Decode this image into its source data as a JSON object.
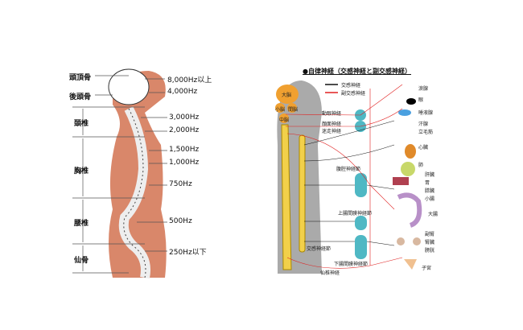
{
  "left_diagram": {
    "regions": [
      "頭頂骨",
      "後頭骨",
      "頚椎",
      "胸椎",
      "腰椎",
      "仙骨"
    ],
    "frequencies": [
      "8,000Hz以上",
      "4,000Hz",
      "3,000Hz",
      "2,000Hz",
      "1,500Hz",
      "1,000Hz",
      "750Hz",
      "500Hz",
      "250Hz以下"
    ]
  },
  "right_diagram": {
    "title": "●自律神経（交感神経と副交感神経）",
    "legend": {
      "sympathetic": "交感神経",
      "parasympathetic": "副交感神経"
    },
    "brain": {
      "cerebrum": "大脳",
      "cerebellum": "小脳",
      "diencephalon": "間脳",
      "midbrain": "中脳"
    },
    "nerves": [
      "動眼神経",
      "顔面神経",
      "迷走神経",
      "腹腔神経節",
      "上腸間膜神経節",
      "交感神経節",
      "下腸間膜神経節",
      "仙椎神経"
    ],
    "organs": [
      "涙腺",
      "眼",
      "唾液腺",
      "汗腺",
      "立毛筋",
      "心臓",
      "肺",
      "肝臓",
      "胃",
      "膵臓",
      "小腸",
      "大腸",
      "副腎",
      "腎臓",
      "膀胱",
      "子宮"
    ],
    "colors": {
      "sympathetic": "#111111",
      "parasympathetic": "#e02020",
      "ganglion": "#4fb8c4",
      "spine": "#f2d04a",
      "body": "#d9876a"
    }
  }
}
